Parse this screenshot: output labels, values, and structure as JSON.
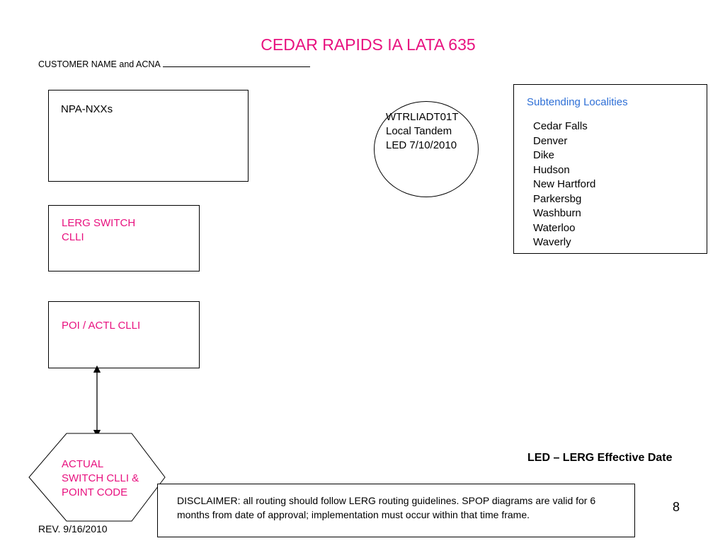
{
  "title": "CEDAR RAPIDS IA LATA 635",
  "customer_label": "CUSTOMER NAME and ACNA",
  "npa_box": {
    "label": "NPA-NXXs"
  },
  "lerg_box": {
    "line1": "LERG SWITCH",
    "line2": "CLLI"
  },
  "poi_box": {
    "label": "POI / ACTL CLLI"
  },
  "tandem": {
    "line1": "WTRLIADT01T",
    "line2": "Local Tandem",
    "line3": "LED 7/10/2010"
  },
  "subtending": {
    "heading": "Subtending Localities",
    "items": [
      "Cedar Falls",
      "Denver",
      "Dike",
      "Hudson",
      "New Hartford",
      "Parkersbg",
      "Washburn",
      "Waterloo",
      "Waverly"
    ]
  },
  "actual_switch": {
    "line1": "ACTUAL",
    "line2": "SWITCH CLLI &",
    "line3": "POINT CODE"
  },
  "led_definition": "LED – LERG Effective Date",
  "disclaimer": "DISCLAIMER: all routing should follow LERG routing guidelines. SPOP diagrams are valid for 6 months from date of approval; implementation must occur within that time frame.",
  "page_number": "8",
  "revision": "REV. 9/16/2010",
  "colors": {
    "title": "#e8117f",
    "accent_label": "#e8117f",
    "heading_blue": "#2e6fd6"
  }
}
